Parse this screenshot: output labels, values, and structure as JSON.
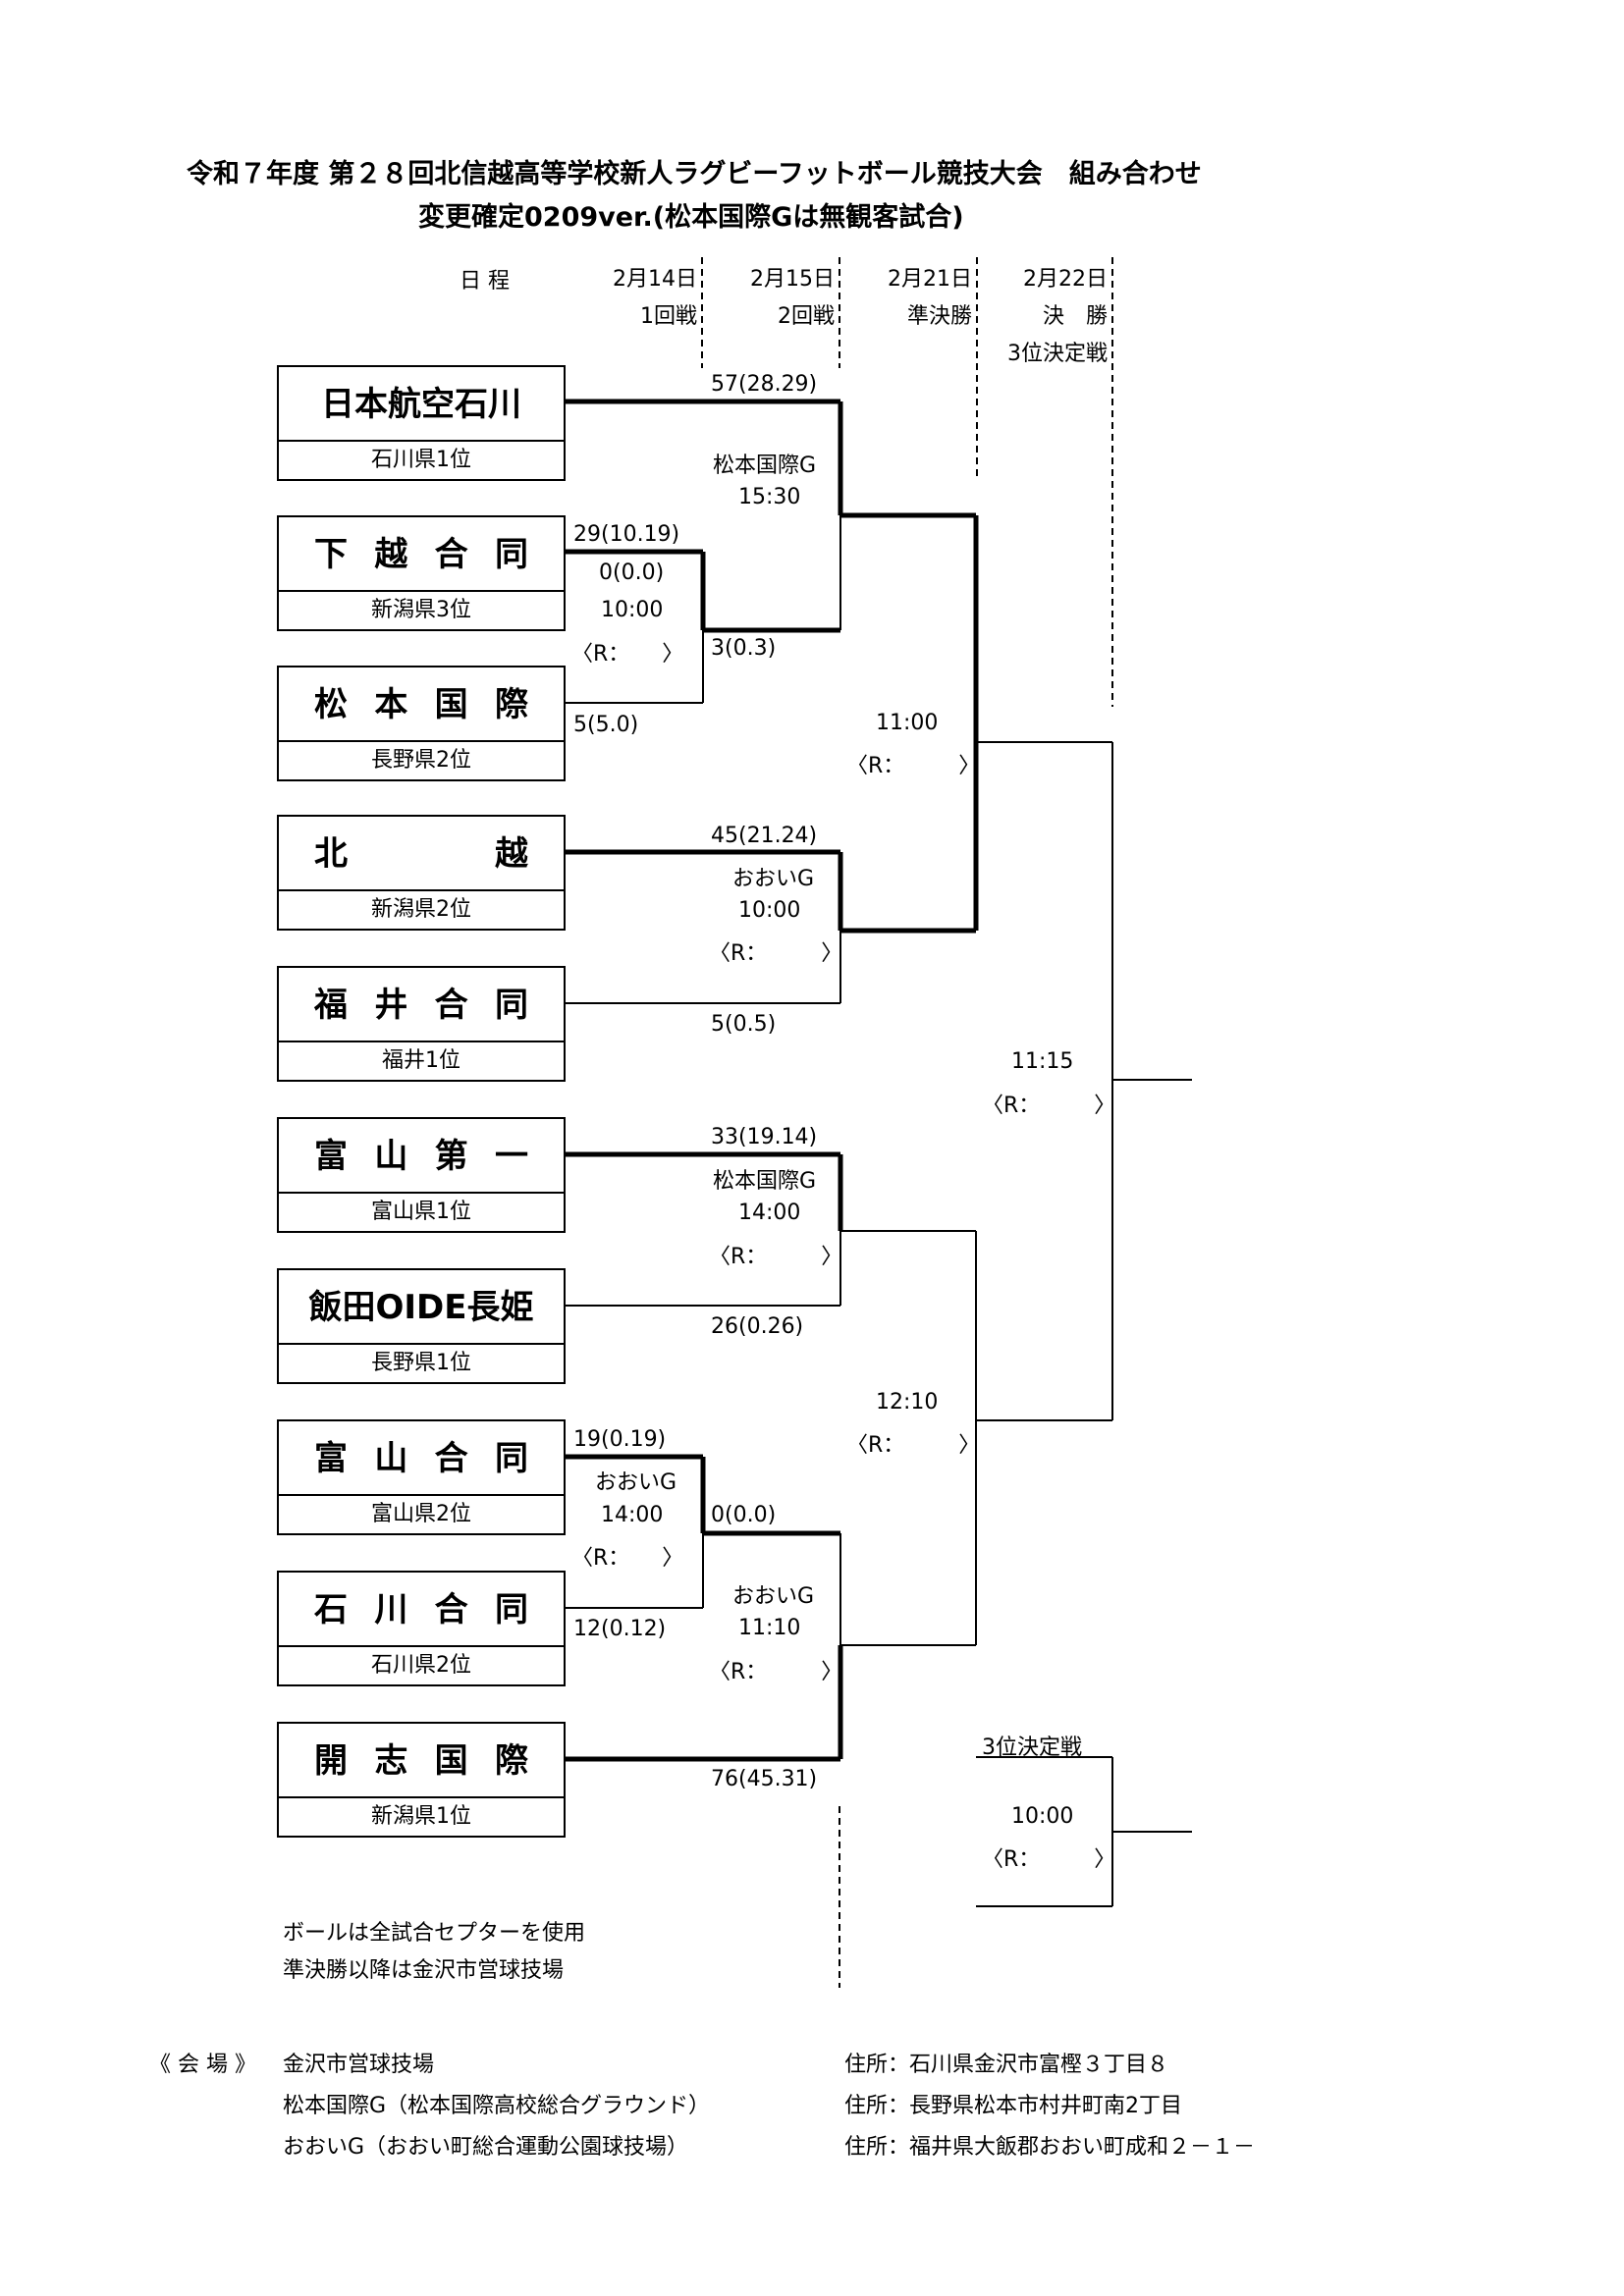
{
  "title": {
    "line1": "令和７年度 第２８回北信越高等学校新人ラグビーフットボール競技大会　組み合わせ",
    "line2": "変更確定0209ver.(松本国際Gは無観客試合)"
  },
  "header": {
    "schedule_label": "日 程",
    "col1_date": "2月14日",
    "col1_round": "1回戦",
    "col2_date": "2月15日",
    "col2_round": "2回戦",
    "col3_date": "2月21日",
    "col3_round": "準決勝",
    "col4_date": "2月22日",
    "col4_round": "決　勝",
    "col4_round2": "3位決定戦"
  },
  "teams": [
    {
      "name": "日本航空石川",
      "rank": "石川県1位"
    },
    {
      "name": [
        "下",
        "越",
        "合",
        "同"
      ],
      "rank": "新潟県3位"
    },
    {
      "name": [
        "松",
        "本",
        "国",
        "際"
      ],
      "rank": "長野県2位"
    },
    {
      "name": [
        "北",
        "越"
      ],
      "rank": "新潟県2位"
    },
    {
      "name": [
        "福",
        "井",
        "合",
        "同"
      ],
      "rank": "福井1位"
    },
    {
      "name": [
        "富",
        "山",
        "第",
        "一"
      ],
      "rank": "富山県1位"
    },
    {
      "name": "飯田OIDE長姫",
      "rank": "長野県1位"
    },
    {
      "name": [
        "富",
        "山",
        "合",
        "同"
      ],
      "rank": "富山県2位"
    },
    {
      "name": [
        "石",
        "川",
        "合",
        "同"
      ],
      "rank": "石川県2位"
    },
    {
      "name": [
        "開",
        "志",
        "国",
        "際"
      ],
      "rank": "新潟県1位"
    }
  ],
  "matches": {
    "r1_a": {
      "score_top": "29(10.19)",
      "score_bottom": "5(5.0)",
      "extra": "0(0.0)",
      "time": "10:00",
      "ref": "〈R：　　〉"
    },
    "r1_b": {
      "score_top": "19(0.19)",
      "score_bottom": "12(0.12)",
      "venue": "おおいG",
      "time": "14:00",
      "ref": "〈R：　　〉"
    },
    "r2_a": {
      "score_top": "57(28.29)",
      "score_bottom": "3(0.3)",
      "venue": "松本国際G",
      "time": "15:30"
    },
    "r2_b": {
      "score_top": "45(21.24)",
      "score_bottom": "5(0.5)",
      "venue": "おおいG",
      "time": "10:00",
      "ref": "〈R：　　　〉"
    },
    "r2_c": {
      "score_top": "33(19.14)",
      "score_bottom": "26(0.26)",
      "venue": "松本国際G",
      "time": "14:00",
      "ref": "〈R：　　　〉"
    },
    "r2_d": {
      "score_top": "0(0.0)",
      "score_bottom": "76(45.31)",
      "venue": "おおいG",
      "time": "11:10",
      "ref": "〈R：　　　〉"
    },
    "sf_a": {
      "time": "11:00",
      "ref": "〈R：　　　〉"
    },
    "sf_b": {
      "time": "12:10",
      "ref": "〈R：　　　〉"
    },
    "final": {
      "time": "11:15",
      "ref": "〈R：　　　〉"
    },
    "third": {
      "label": "3位決定戦",
      "time": "10:00",
      "ref": "〈R：　　　〉"
    }
  },
  "notes": {
    "line1": "ボールは全試合セプターを使用",
    "line2": "準決勝以降は金沢市営球技場"
  },
  "venues": {
    "label": "《 会 場 》",
    "list": [
      {
        "name": "金沢市営球技場",
        "address": "住所：石川県金沢市富樫３丁目８"
      },
      {
        "name": "松本国際G（松本国際高校総合グラウンド）",
        "address": "住所：長野県松本市村井町南2丁目"
      },
      {
        "name": "おおいG（おおい町総合運動公園球技場）",
        "address": "住所：福井県大飯郡おおい町成和２－１－"
      }
    ]
  }
}
